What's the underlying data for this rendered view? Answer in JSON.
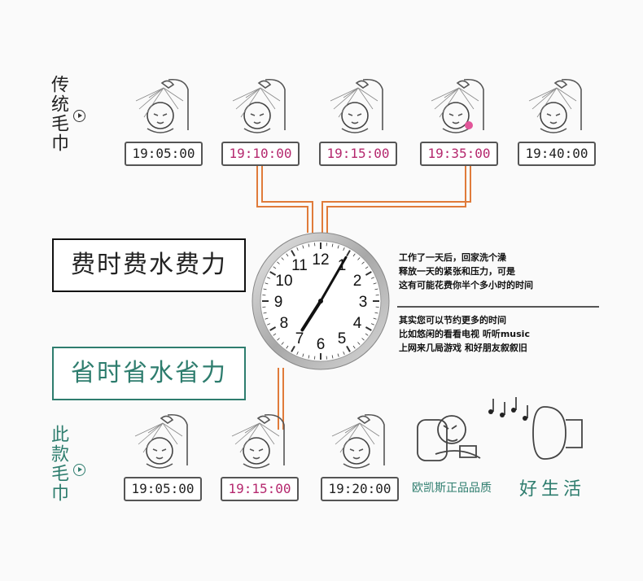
{
  "labels": {
    "top_side": "传统毛巾",
    "bottom_side": "此款毛巾"
  },
  "top_row": [
    {
      "time": "19:05:00",
      "highlight": false
    },
    {
      "time": "19:10:00",
      "highlight": true
    },
    {
      "time": "19:15:00",
      "highlight": true
    },
    {
      "time": "19:35:00",
      "highlight": true
    },
    {
      "time": "19:40:00",
      "highlight": false
    }
  ],
  "bottom_row": [
    {
      "time": "19:05:00",
      "highlight": false
    },
    {
      "time": "19:15:00",
      "highlight": true
    },
    {
      "time": "19:20:00",
      "highlight": false
    }
  ],
  "boxes": {
    "waste": "费时费水费力",
    "save": "省时省水省力"
  },
  "clock": {
    "numbers": [
      "12",
      "1",
      "2",
      "3",
      "4",
      "5",
      "6",
      "7",
      "8",
      "9",
      "10",
      "11"
    ],
    "hour": 7,
    "minute": 5
  },
  "text": {
    "para1": [
      "工作了一天后，回家洗个澡",
      "释放一天的紧张和压力，可是",
      "这有可能花费你半个多小时的时间"
    ],
    "para2": [
      "其实您可以节约更多的时间",
      "比如悠闲的看看电视  听听music",
      "上网来几局游戏    和好朋友叙叙旧"
    ]
  },
  "brand": "欧凯斯正品品质",
  "slogan": "好生活",
  "colors": {
    "accent_green": "#2e7d6e",
    "pink": "#b5286e",
    "pipe_orange": "#e07b3a"
  }
}
